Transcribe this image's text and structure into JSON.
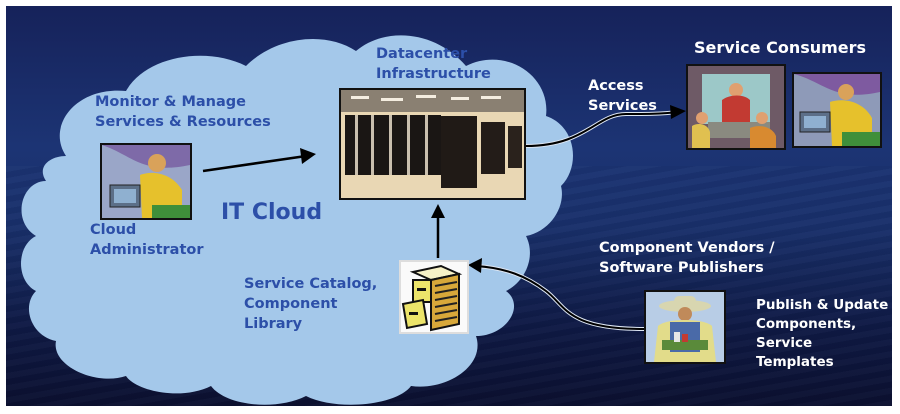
{
  "diagram": {
    "cloud_title": "IT Cloud",
    "labels": {
      "monitor": "Monitor & Manage\nServices & Resources",
      "admin": "Cloud\nAdministrator",
      "datacenter": "Datacenter\nInfrastructure",
      "catalog": "Service Catalog,\nComponent\nLibrary",
      "access": "Access\nServices",
      "consumers": "Service Consumers",
      "vendors": "Component Vendors /\nSoftware Publishers",
      "publish": "Publish & Update\nComponents,\nService Templates"
    },
    "icons": {
      "admin": "person-at-computer-icon",
      "datacenter": "server-racks-photo",
      "catalog": "file-cabinet-icon",
      "consumer_meeting": "business-meeting-icon",
      "consumer_computer": "person-at-computer-icon",
      "vendor": "farmer-publisher-icon"
    },
    "colors": {
      "cloud": "#a4c8ea",
      "cloud_text": "#2c4fa8",
      "background": "#1c3474",
      "outside_text": "#ffffff"
    }
  }
}
